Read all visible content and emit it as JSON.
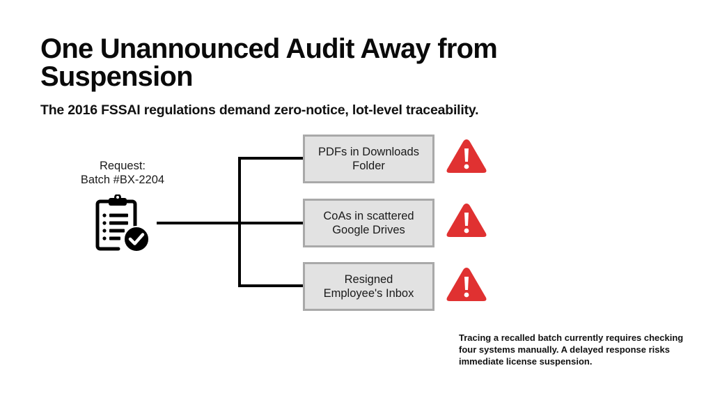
{
  "header": {
    "title": "One Unannounced Audit Away from Suspension",
    "subtitle": "The 2016 FSSAI regulations demand zero-notice, lot-level traceability."
  },
  "request": {
    "label_line1": "Request:",
    "label_line2": "Batch #BX-2204",
    "icon": "clipboard-check-icon"
  },
  "sources": [
    {
      "line1": "PDFs in Downloads",
      "line2": "Folder",
      "icon": "warning-triangle-icon"
    },
    {
      "line1": "CoAs in scattered",
      "line2": "Google Drives",
      "icon": "warning-triangle-icon"
    },
    {
      "line1": "Resigned",
      "line2": "Employee's Inbox",
      "icon": "warning-triangle-icon"
    }
  ],
  "note": {
    "text": "Tracing a recalled batch currently requires checking four systems manually. A delayed response risks immediate license suspension."
  },
  "colors": {
    "background": "#ffffff",
    "text": "#0d0d0d",
    "box_fill": "#e2e2e2",
    "box_border": "#a9a9a9",
    "connector": "#000000",
    "warning": "#e03131"
  }
}
